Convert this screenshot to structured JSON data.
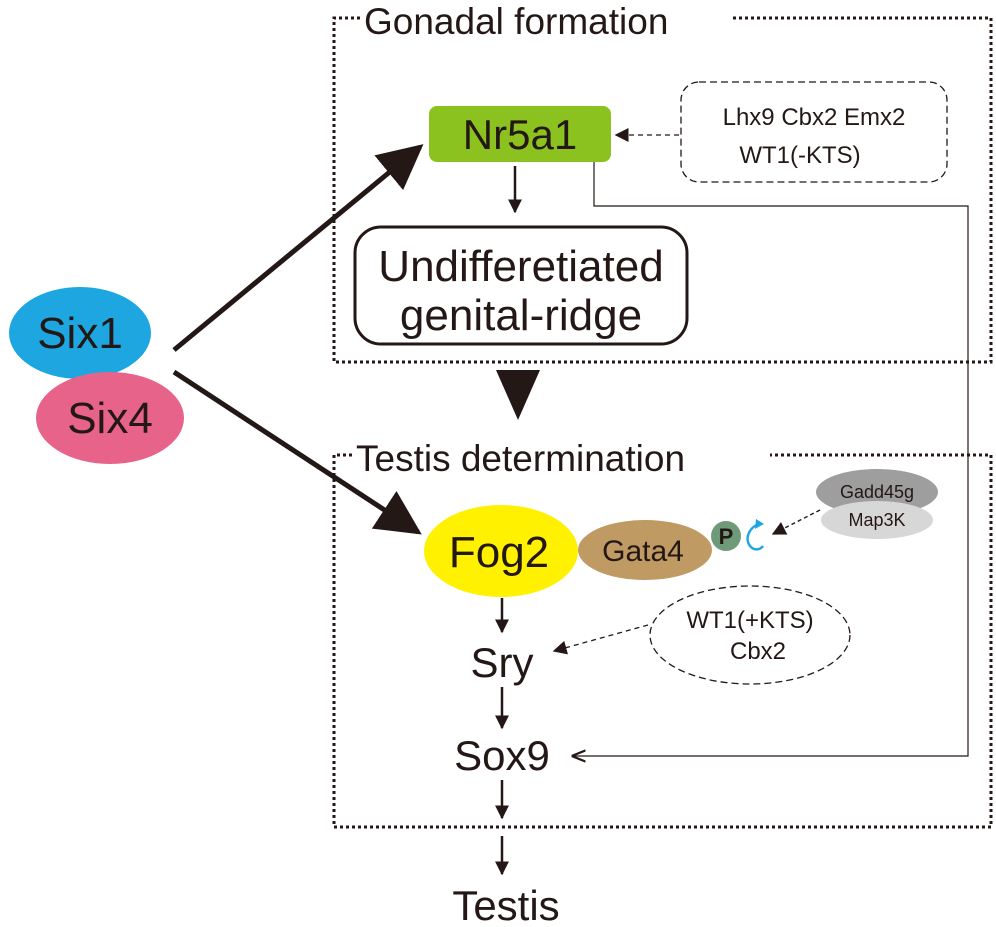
{
  "sections": {
    "gonadal": "Gonadal formation",
    "testis": "Testis determination"
  },
  "nodes": {
    "six1": "Six1",
    "six4": "Six4",
    "nr5a1": "Nr5a1",
    "ridge_line1": "Undifferetiated",
    "ridge_line2": "genital-ridge",
    "fog2": "Fog2",
    "gata4": "Gata4",
    "p": "P",
    "gadd45g": "Gadd45g",
    "map3k": "Map3K",
    "sry": "Sry",
    "sox9": "Sox9",
    "testis": "Testis"
  },
  "regulators": {
    "nr5a1_line1": "Lhx9 Cbx2 Emx2",
    "nr5a1_line2": "WT1(-KTS)",
    "sry_line1": "WT1(+KTS)",
    "sry_line2": "Cbx2"
  },
  "colors": {
    "six1": "#1ea6e0",
    "six4": "#e8638a",
    "nr5a1": "#8cc21f",
    "fog2": "#fff100",
    "gata4": "#c09a63",
    "p": "#6f9a7a",
    "gadd45g": "#9e9e9e",
    "map3k": "#d7d7d7",
    "phospho_arrow": "#1ea6e0",
    "ink": "#231815"
  }
}
